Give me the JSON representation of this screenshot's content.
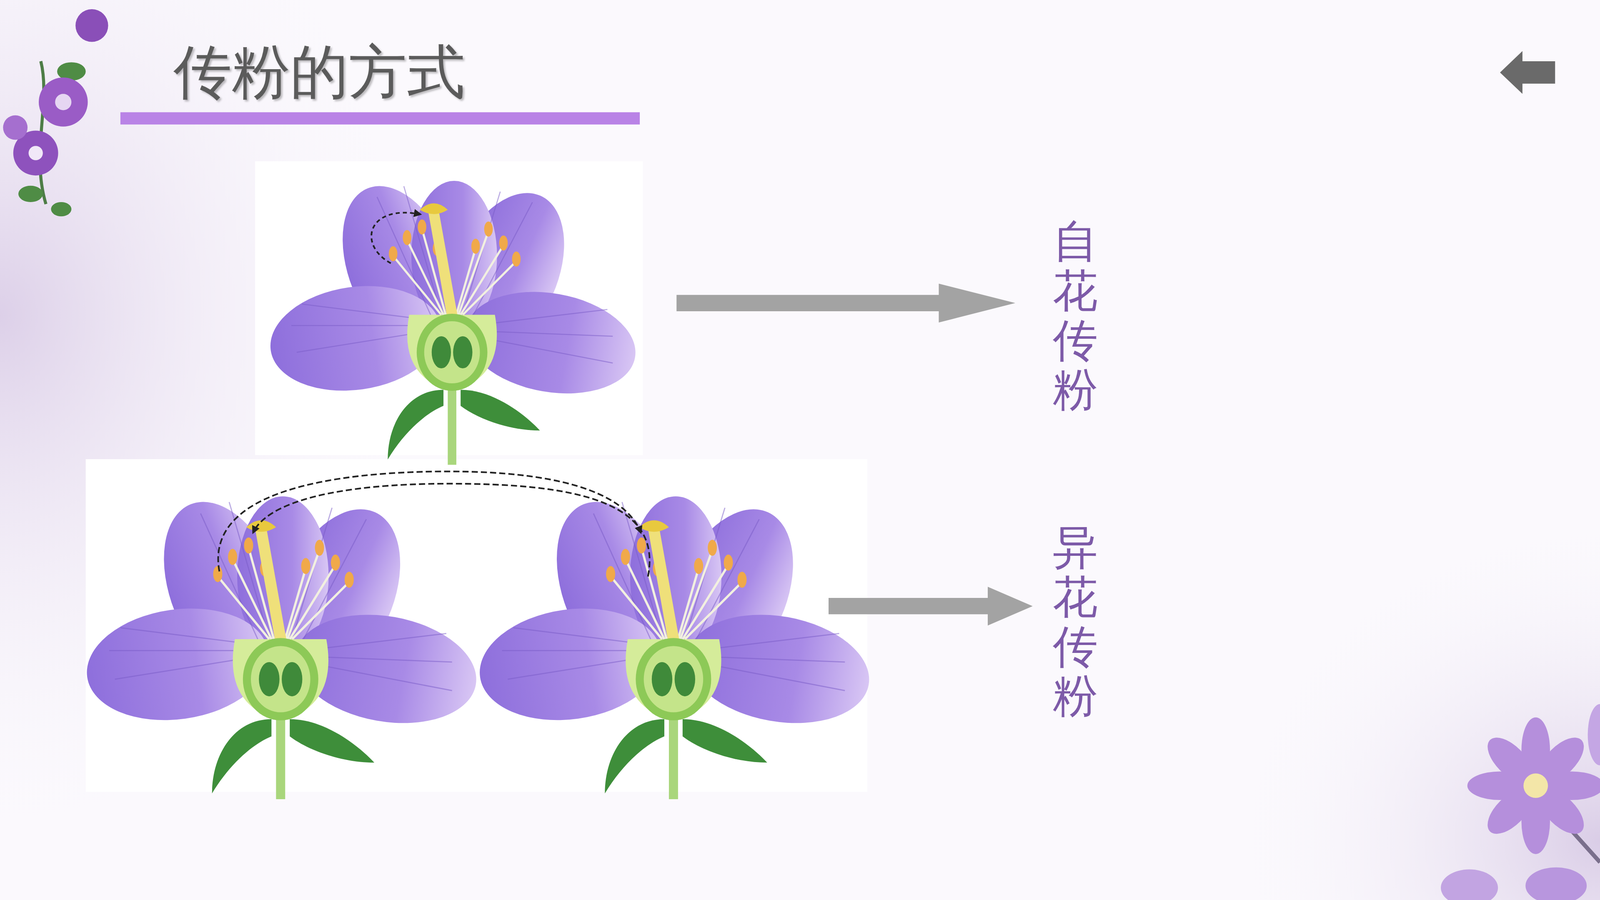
{
  "diagram": {
    "title": "传粉的方式",
    "labels": [
      "自花传粉",
      "异花传粉"
    ]
  }
}
